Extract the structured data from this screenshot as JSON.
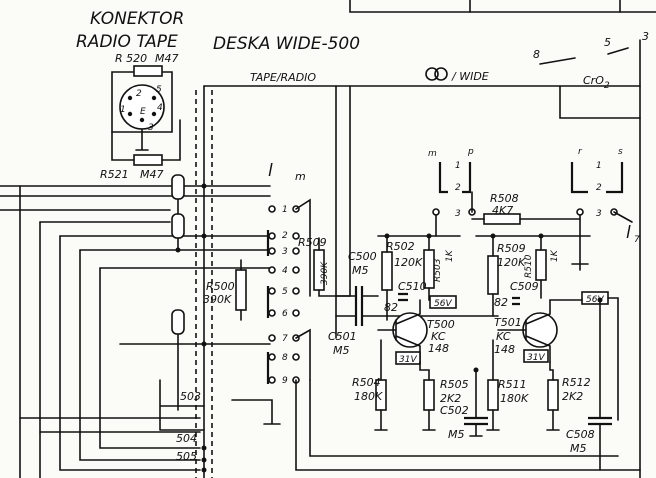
{
  "header": {
    "title_line1": "KONEKTOR",
    "title_line2": "RADIO TAPE",
    "title_line3": "DESKA WIDE-500",
    "tape_radio": "TAPE/RADIO",
    "wide": "/ WIDE",
    "cro2": "CrO",
    "cro2_sub": "2"
  },
  "connector": {
    "r520": "R 520",
    "r520_val": "M47",
    "r521": "R521",
    "r521_val": "M47",
    "pin2": "2",
    "pin5": "5",
    "pin1": "1",
    "pin4": "4",
    "pin3": "3",
    "pin_e": "E"
  },
  "switch_left": {
    "col_l": "l",
    "col_m": "m",
    "pins": [
      "1",
      "2",
      "3",
      "4",
      "5",
      "6",
      "7",
      "8",
      "9"
    ]
  },
  "resistors": {
    "r509a": "R509",
    "r509a_val": "390K",
    "r500": "R500",
    "r500_val": "390K",
    "r502": "R502",
    "r502_val": "120K",
    "r503": "R503",
    "r503_val": "1K",
    "r508": "R508",
    "r508_val": "4K7",
    "r509b": "R509",
    "r509b_val": "120K",
    "r510": "R510",
    "r510_val": "1K",
    "r504": "R504",
    "r504_val": "180K",
    "r505": "R505",
    "r505_val": "2K2",
    "r511": "R511",
    "r511_val": "180K",
    "r512": "R512",
    "r512_val": "2K2"
  },
  "capacitors": {
    "c500": "C500",
    "c500_val": "M5",
    "c501": "C501",
    "c501_val": "M5",
    "c510": "C510",
    "c510_val": "82",
    "c509": "C509",
    "c509_val": "82",
    "c502": "C502",
    "c502_val": "M5",
    "c508": "C508",
    "c508_val": "M5"
  },
  "transistors": {
    "t500": "T500",
    "t500_type": "KC",
    "t500_num": "148",
    "t501": "T501",
    "t501_type": "KC",
    "t501_num": "148",
    "v56a": "56V",
    "v31a": "31V",
    "v56b": "56V",
    "v31b": "31V"
  },
  "switch_right": {
    "m": "m",
    "p": "p",
    "r": "r",
    "s": "s",
    "pin1a": "1",
    "pin2a": "2",
    "pin3a": "3",
    "pin1b": "1",
    "pin2b": "2",
    "pin3b": "3",
    "l7": "l",
    "l7_sub": "7",
    "num8": "8",
    "num5": "5",
    "num3": "3"
  },
  "bus": {
    "n503": "503",
    "n504": "504",
    "n505": "505"
  }
}
